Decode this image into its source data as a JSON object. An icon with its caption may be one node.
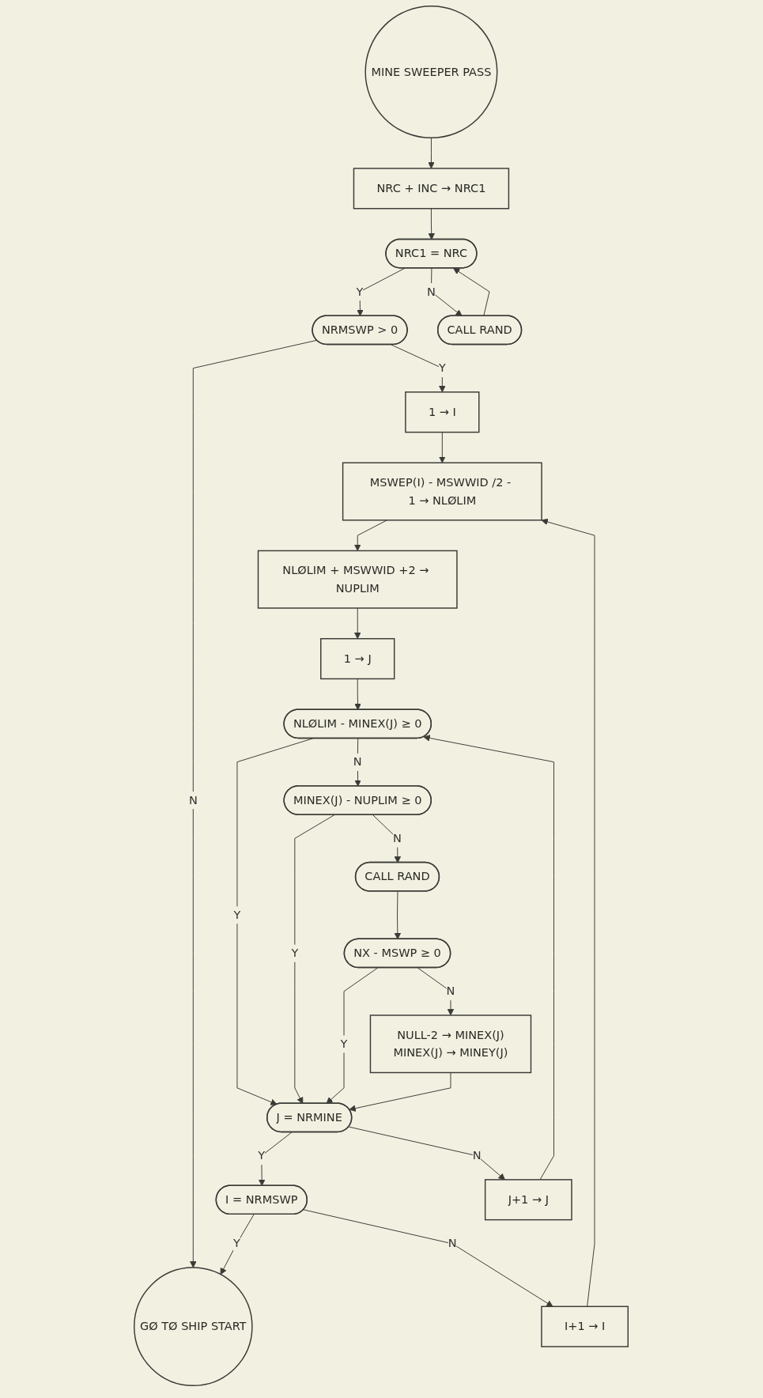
{
  "diagram": {
    "nodes": [
      {
        "text": [
          "MINE SWEEPER PASS"
        ]
      },
      {
        "text": [
          "NRC + INC → NRC1"
        ]
      },
      {
        "text": [
          "NRC1 = NRC"
        ]
      },
      {
        "text": [
          "CALL RAND"
        ]
      },
      {
        "text": [
          "NRMSWP > 0"
        ]
      },
      {
        "text": [
          "1 → I"
        ]
      },
      {
        "text": [
          "MSWEP(I) - MSWWID /2 - 1 → NLØLIM"
        ]
      },
      {
        "text": [
          "NLØLIM + MSWWID +2 → NUPLIM"
        ]
      },
      {
        "text": [
          "1 → J"
        ]
      },
      {
        "text": [
          "NLØLIM - MINEX(J) ≥ 0"
        ]
      },
      {
        "text": [
          "MINEX(J) - NUPLIM ≥ 0"
        ]
      },
      {
        "text": [
          "CALL RAND"
        ]
      },
      {
        "text": [
          "NX - MSWP ≥ 0"
        ]
      },
      {
        "text": [
          "NULL-2 → MINEX(J)",
          "MINEX(J) → MINEY(J)"
        ]
      },
      {
        "text": [
          "J = NRMINE"
        ]
      },
      {
        "text": [
          "J+1 → J"
        ]
      },
      {
        "text": [
          "I = NRMSWP"
        ]
      },
      {
        "text": [
          "I+1 → I"
        ]
      },
      {
        "text": [
          "GØ TØ SHIP START"
        ]
      }
    ],
    "edges": [
      {
        "from": 0,
        "to": 1,
        "arrow": "to"
      },
      {
        "from": 1,
        "to": 2,
        "arrow": "to"
      },
      {
        "from": 2,
        "to": 4,
        "arrow": "to",
        "label": "Y"
      },
      {
        "from": 2,
        "to": 3,
        "arrow": "to",
        "label": "N"
      },
      {
        "from": 3,
        "to": 2,
        "arrow": "to"
      },
      {
        "from": 4,
        "to": 18,
        "arrow": "to",
        "label": "N"
      },
      {
        "from": 4,
        "to": 5,
        "arrow": "to",
        "label": "Y"
      },
      {
        "from": 5,
        "to": 6,
        "arrow": "to"
      },
      {
        "from": 6,
        "to": 7,
        "arrow": "to"
      },
      {
        "from": 7,
        "to": 8,
        "arrow": "to"
      },
      {
        "from": 8,
        "to": 9,
        "arrow": "to"
      },
      {
        "from": 9,
        "to": 14,
        "arrow": "to",
        "label": "Y"
      },
      {
        "from": 9,
        "to": 10,
        "arrow": "to",
        "label": "N"
      },
      {
        "from": 10,
        "to": 14,
        "arrow": "to",
        "label": "Y"
      },
      {
        "from": 10,
        "to": 11,
        "arrow": "to",
        "label": "N"
      },
      {
        "from": 11,
        "to": 12,
        "arrow": "to"
      },
      {
        "from": 12,
        "to": 14,
        "arrow": "to",
        "label": "Y"
      },
      {
        "from": 12,
        "to": 13,
        "arrow": "to",
        "label": "N"
      },
      {
        "from": 13,
        "to": 14,
        "arrow": "to"
      },
      {
        "from": 14,
        "to": 16,
        "arrow": "to",
        "label": "Y"
      },
      {
        "from": 14,
        "to": 15,
        "arrow": "to",
        "label": "N"
      },
      {
        "from": 15,
        "to": 9,
        "arrow": "to"
      },
      {
        "from": 16,
        "to": 18,
        "arrow": "to",
        "label": "Y"
      },
      {
        "from": 16,
        "to": 17,
        "arrow": "to",
        "label": "N"
      },
      {
        "from": 17,
        "to": 6,
        "arrow": "to"
      }
    ]
  }
}
